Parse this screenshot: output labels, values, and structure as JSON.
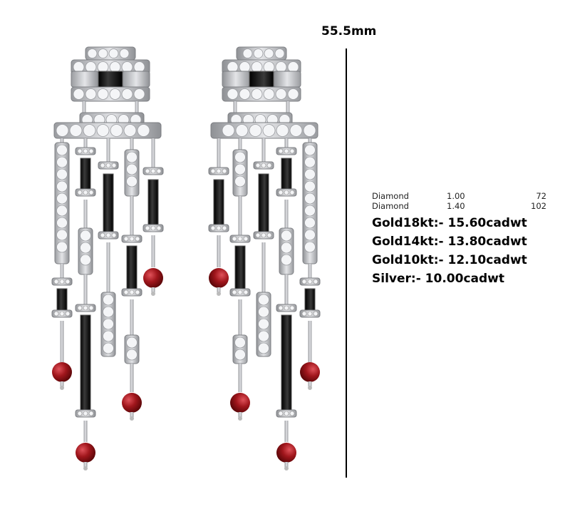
{
  "dimension_label": "55.5mm",
  "stones": [
    {
      "name": "Diamond",
      "size": "1.00",
      "count": "72"
    },
    {
      "name": "Diamond",
      "size": "1.40",
      "count": "102"
    }
  ],
  "metals": [
    "Gold18kt:- 15.60cadwt",
    "Gold14kt:- 13.80cadwt",
    "Gold10kt:- 12.10cadwt",
    "Silver:- 10.00cadwt"
  ],
  "colors": {
    "metal": "#c9cbcf",
    "onyx": "#111111",
    "ruby": "#9e1318",
    "diamond": "#f2f3f5"
  }
}
